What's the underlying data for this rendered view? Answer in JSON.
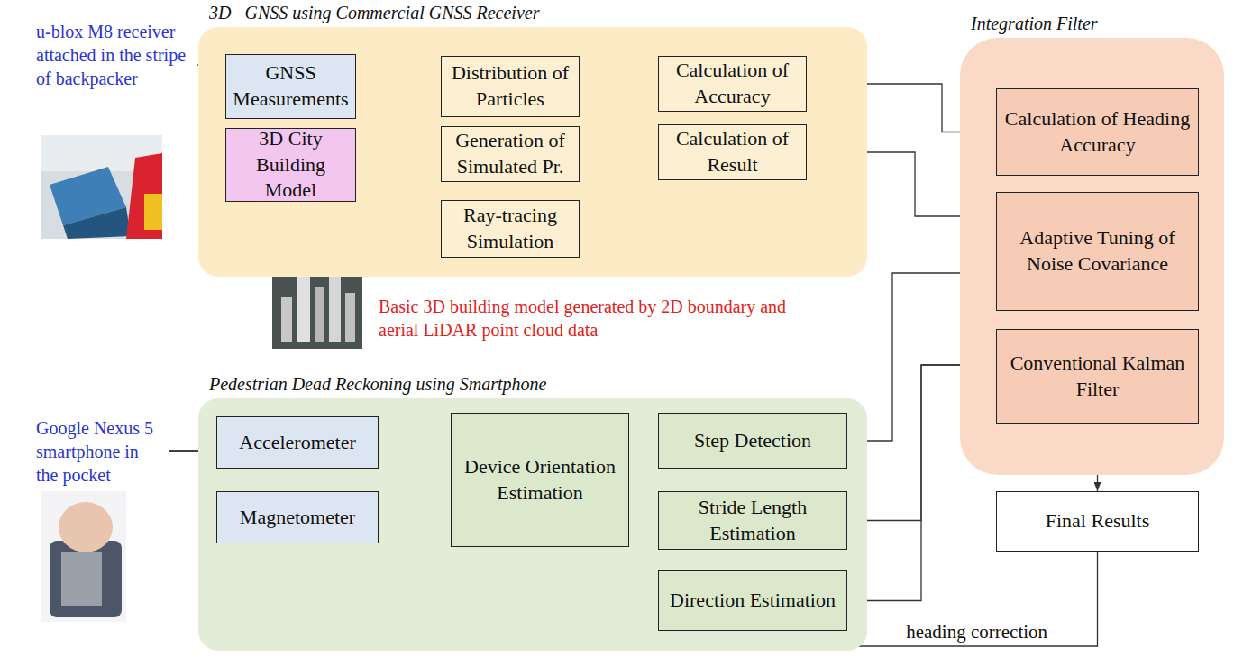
{
  "diagram": {
    "nodes": [
      {
        "text": [
          "3D –GNSS using Commercial GNSS Receiver"
        ]
      },
      {
        "text": [
          "GNSS Measurements"
        ],
        "in": 0
      },
      {
        "text": [
          "Distribution of Particles"
        ],
        "in": 0
      },
      {
        "text": [
          "Calculation of Accuracy"
        ],
        "in": 0
      },
      {
        "text": [
          "3D City Building Model"
        ],
        "in": 0
      },
      {
        "text": [
          "Generation of Simulated Pr."
        ],
        "in": 0
      },
      {
        "text": [
          "Calculation of Result"
        ],
        "in": 0
      },
      {
        "text": [
          "Ray-tracing Simulation"
        ],
        "in": 0
      },
      {
        "text": [
          "Integration Filter"
        ]
      },
      {
        "text": [
          "Calculation of Heading Accuracy"
        ],
        "in": 8
      },
      {
        "text": [
          "Adaptive Tuning of Noise Covariance"
        ],
        "in": 8
      },
      {
        "text": [
          "Conventional Kalman Filter"
        ],
        "in": 8
      },
      {
        "text": [
          "Pedestrian Dead Reckoning using Smartphone"
        ]
      },
      {
        "text": [
          "Accelerometer"
        ],
        "in": 12
      },
      {
        "text": [
          "Magnetometer"
        ],
        "in": 12
      },
      {
        "text": [
          "Device Orientation Estimation"
        ],
        "in": 12
      },
      {
        "text": [
          "Step Detection"
        ],
        "in": 12
      },
      {
        "text": [
          "Stride Length Estimation"
        ],
        "in": 12
      },
      {
        "text": [
          "Direction Estimation"
        ],
        "in": 12
      },
      {
        "text": [
          "Final Results"
        ]
      }
    ],
    "edges": [
      {
        "from": 1,
        "to": 2,
        "arrow": "to"
      },
      {
        "from": 2,
        "to": 5,
        "arrow": "to"
      },
      {
        "from": 4,
        "to": 5,
        "arrow": "to"
      },
      {
        "from": 4,
        "to": 7,
        "arrow": "to"
      },
      {
        "from": 7,
        "to": 5,
        "arrow": "to"
      },
      {
        "from": 5,
        "to": 3,
        "arrow": "to"
      },
      {
        "from": 5,
        "to": 6,
        "arrow": "to"
      },
      {
        "from": 3,
        "to": 9,
        "arrow": "to"
      },
      {
        "from": 6,
        "to": 10,
        "arrow": "to"
      },
      {
        "from": 9,
        "to": 10,
        "arrow": "to"
      },
      {
        "from": 10,
        "to": 11,
        "arrow": "to"
      },
      {
        "from": 11,
        "to": 19,
        "arrow": "to"
      },
      {
        "from": 13,
        "to": 15,
        "arrow": "to"
      },
      {
        "from": 14,
        "to": 15,
        "arrow": "to"
      },
      {
        "from": 15,
        "to": 16,
        "arrow": "to"
      },
      {
        "from": 15,
        "to": 17,
        "arrow": "to"
      },
      {
        "from": 15,
        "to": 18,
        "arrow": "to"
      },
      {
        "from": 16,
        "to": 17,
        "arrow": "to"
      },
      {
        "from": 16,
        "to": 10,
        "arrow": "to"
      },
      {
        "from": 17,
        "to": 11,
        "arrow": "to"
      },
      {
        "from": 18,
        "to": 11,
        "arrow": "to"
      },
      {
        "from": 19,
        "to": 18,
        "label": "heading correction",
        "arrow": "to"
      }
    ],
    "labels": [
      "u-blox M8 receiver attached in the stripe of backpacker",
      "Google Nexus 5 smartphone in the pocket",
      "Basic 3D building model generated by 2D boundary and aerial LiDAR point cloud data"
    ]
  }
}
